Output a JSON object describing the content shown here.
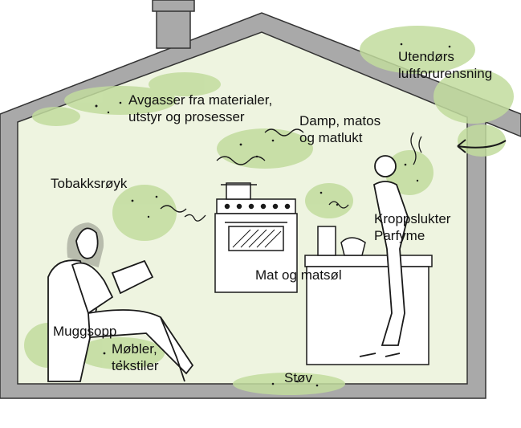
{
  "labels": {
    "outdoor": [
      "Utendørs",
      "luftforurensning"
    ],
    "materials": [
      "Avgasser fra materialer,",
      "utstyr og prosesser"
    ],
    "steam": [
      "Damp, matos",
      "og matlukt"
    ],
    "tobacco": "Tobakksrøyk",
    "body": [
      "Kroppslukter",
      "Parfyme"
    ],
    "food": "Mat og matsøl",
    "mould": "Muggsopp",
    "furniture": [
      "Møbler,",
      "tekstiler"
    ],
    "dust": "Støv"
  },
  "colors": {
    "wall": "#a9a9a9",
    "wall_stroke": "#333333",
    "interior": "#eef4e0",
    "pollution_cloud": "#c2dc9e",
    "line": "#1a1a1a"
  },
  "icons": [
    "house-outline",
    "chimney",
    "stove-icon",
    "pot-icon",
    "arrow-icon",
    "woman-reading",
    "man-standing",
    "kitchen-counter"
  ]
}
